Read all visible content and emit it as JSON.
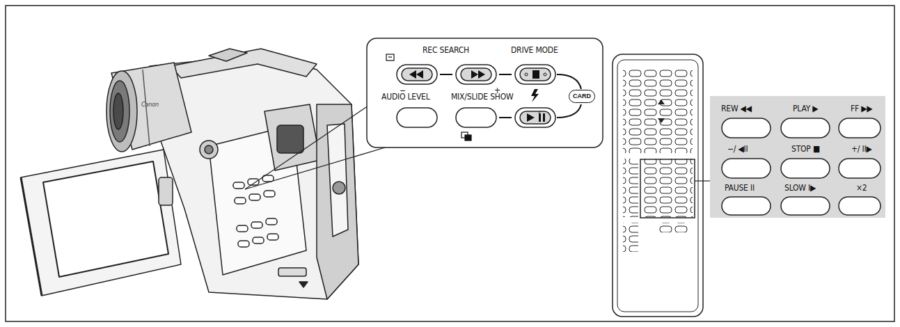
{
  "diagram": {
    "nodes": [
      {
        "text": [
          "CARD"
        ]
      }
    ],
    "labels": [
      "Canon",
      "REC SEARCH",
      "DRIVE MODE",
      "−",
      "+",
      "AUDIO LEVEL",
      "MIX/SLIDE SHOW",
      "REW ◀◀",
      "PLAY ▶",
      "FF ▶▶",
      "−/ ◀II",
      "STOP ■",
      "+/ II▶",
      "PAUSE II",
      "SLOW I▶",
      "×2"
    ]
  }
}
